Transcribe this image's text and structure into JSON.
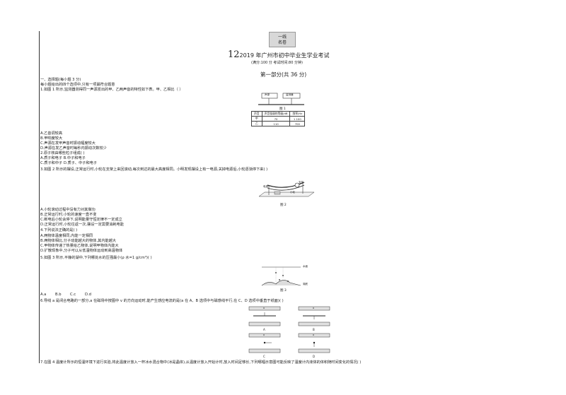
{
  "stamp": {
    "line1": "一线",
    "line2": "名卷"
  },
  "header": {
    "num": "12",
    "title": "2019 年广州市初中毕业生学业考试",
    "subtitle": "(满分:100 分    考试时间:80 分钟)",
    "part": "第一部分(共 36 分)"
  },
  "section": {
    "heading": "一、选择题(每小题 3 分)",
    "instruction": "每小题给出的四个选项中,只有一项最符合题意"
  },
  "q1": {
    "text": "1.如图 1 所示,监测器测得同一声源发出的甲、乙两声音的特性如下表。甲、乙相比（      ）",
    "device_a": "声源",
    "device_b": "监测器",
    "fig": "图 1",
    "table": {
      "headers": [
        "声音",
        "声音强弱的等级/dB",
        "频率/Hz"
      ],
      "rows": [
        [
          "甲",
          "70",
          "1 100"
        ],
        [
          "乙",
          "110",
          "700"
        ]
      ]
    },
    "options": [
      "A.乙音调较高",
      "B.甲响度较大",
      "C.声源在发甲声音时振动幅度较大",
      "D.声源在发乙声音时每秒内振动次数较少"
    ]
  },
  "q2": {
    "text": "2.原子核由哪些粒子组成(      )",
    "options": [
      "A.质子和电子    B.中子和电子",
      "C.质子和中子    D.质子、中子和电子"
    ]
  },
  "q3": {
    "text": "3.如图 2 所示的摆设,正常运行时,小轮在支架上来回滚动,每次到达的最大高度相同。小明发现摆设上有一电源,关掉电源后,小轮逐渐停下来(       )",
    "label_a": "电源",
    "label_b": "支架",
    "label_c": "小轮",
    "fig": "图 2",
    "options": [
      "A.小轮滚动过程中没有力对其做功",
      "B.正常运行时,小轮的速度一直不变",
      "C.断电后小轮会停下,说明能量守恒定律不一定成立",
      "D.正常运行时,小轮往返一次,摆设一定需要消耗电能"
    ]
  },
  "q4": {
    "text": "4.下列说法正确的是(       )",
    "options": [
      "A.两物体温度相同,内能一定相同",
      "B.两物体相比,分子动能越大的物体,其内能越大",
      "C.甲物体传递了热量给乙物体,说明甲物体内能大",
      "D.扩散现象中,分子可以从低温物体运动到高温物体"
    ]
  },
  "q5": {
    "text": "5.如图 3 所示,平静的湖中,下列哪处水的压强最小(ρ 水=1 g/cm³)(       )",
    "label_top": "水面",
    "label_bottom": "湖底",
    "fig": "图 3",
    "options": [
      "A.a",
      "B.b",
      "C.c",
      "D.d"
    ]
  },
  "q6": {
    "text": "6.导线 a 是闭合电路的一部分,a 在磁场中按图中 v 的方向运动时,能产生感应电流的是(a 在 A、B 选项中与磁感线平行,在 C、D 选项中垂直于纸面)(       )",
    "labels": [
      "A",
      "B",
      "C",
      "D"
    ],
    "tags": [
      "a",
      "a",
      "a",
      "a"
    ],
    "poles": [
      "N",
      "S"
    ]
  },
  "q7": {
    "text": "7.在图 4 温度计所示的恒温环境下进行实验,将此温度计放入一杯冰水混合物中(冰是晶体),从温度计放入开始计时,放入时间足够长,下列哪幅示意图可能反映了温度计内液体的体积随时间变化的情况(       )"
  }
}
